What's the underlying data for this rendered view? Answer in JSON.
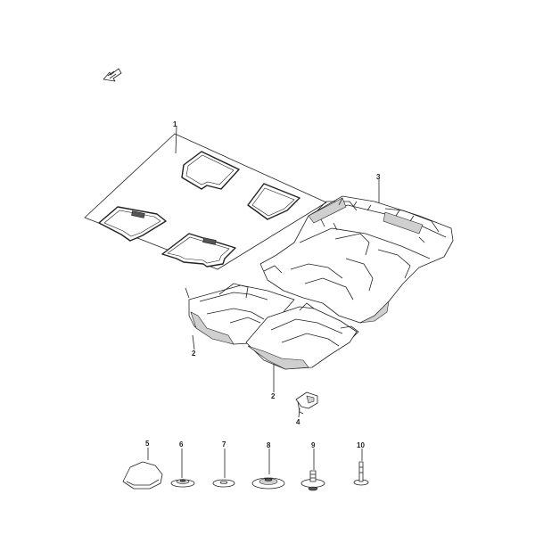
{
  "callouts": {
    "c1": "1",
    "c2a": "2",
    "c2b": "2",
    "c3": "3",
    "c4": "4",
    "c5": "5",
    "c6": "6",
    "c7": "7",
    "c8": "8",
    "c9": "9",
    "c10": "10"
  },
  "icons": {
    "direction": "front-direction-arrow-icon"
  }
}
